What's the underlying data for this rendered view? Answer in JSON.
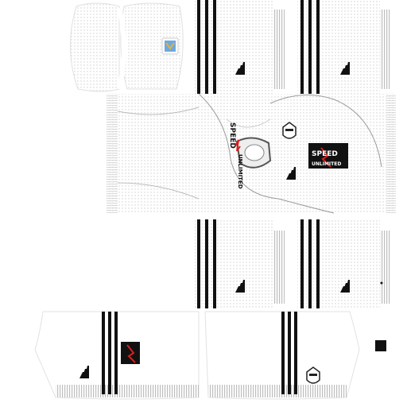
{
  "template": {
    "type": "football kit texture (dream league soccer)",
    "colors": {
      "base": "#ffffff",
      "mesh": "#d4d4d4",
      "stripe": "#111111",
      "trim_dark": "#222222",
      "sponsor_accent": "#d81e1e",
      "crest_gold": "#d9b44a",
      "crest_blue": "#6fa8dc"
    }
  },
  "sponsor": {
    "line1": "SPEED",
    "line2": "UNLIMITED"
  },
  "icons": {
    "brand": "adidas-three-bars-icon",
    "club": "club-crest-icon",
    "league": "league-patch-icon"
  }
}
